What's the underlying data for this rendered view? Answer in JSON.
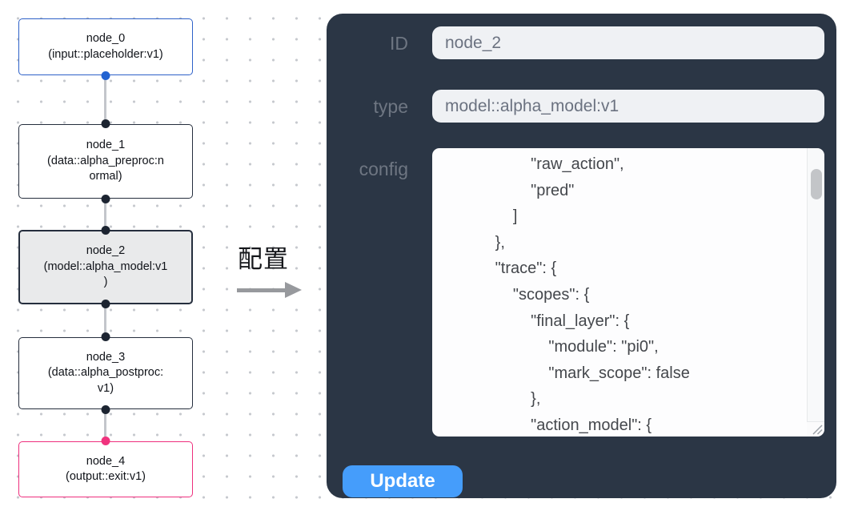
{
  "canvas": {
    "nodes": [
      {
        "id": "node_0",
        "type": "input::placeholder:v1",
        "selected": false,
        "text": "node_0\n(input::placeholder:v1)"
      },
      {
        "id": "node_1",
        "type": "data::alpha_preproc:normal",
        "selected": false,
        "text": "node_1\n(data::alpha_preproc:n\normal)"
      },
      {
        "id": "node_2",
        "type": "model::alpha_model:v1",
        "selected": true,
        "text": "node_2\n(model::alpha_model:v1\n)"
      },
      {
        "id": "node_3",
        "type": "data::alpha_postproc:v1",
        "selected": false,
        "text": "node_3\n(data::alpha_postproc:\nv1)"
      },
      {
        "id": "node_4",
        "type": "output::exit:v1",
        "selected": false,
        "text": "node_4\n(output::exit:v1)"
      }
    ],
    "edges": [
      "node_0->node_1",
      "node_1->node_2",
      "node_2->node_3",
      "node_3->node_4"
    ]
  },
  "arrow": {
    "label": "配置"
  },
  "panel": {
    "fields": [
      {
        "label": "ID",
        "value": "node_2"
      },
      {
        "label": "type",
        "value": "model::alpha_model:v1"
      },
      {
        "label": "config",
        "value": "                    \"raw_action\",\n                    \"pred\"\n                ]\n            },\n            \"trace\": {\n                \"scopes\": {\n                    \"final_layer\": {\n                        \"module\": \"pi0\",\n                        \"mark_scope\": false\n                    },\n                    \"action_model\": {"
      }
    ],
    "update_label": "Update"
  },
  "colors": {
    "panel_bg": "#2b3645",
    "accent_button_blue": "#459dfb",
    "input_node_blue": "#2e61c8",
    "output_node_pink": "#ee2f7d",
    "selected_node_bg": "#e9eaeb",
    "port_dark": "#1c2431",
    "input_field_bg": "#eff1f4"
  }
}
